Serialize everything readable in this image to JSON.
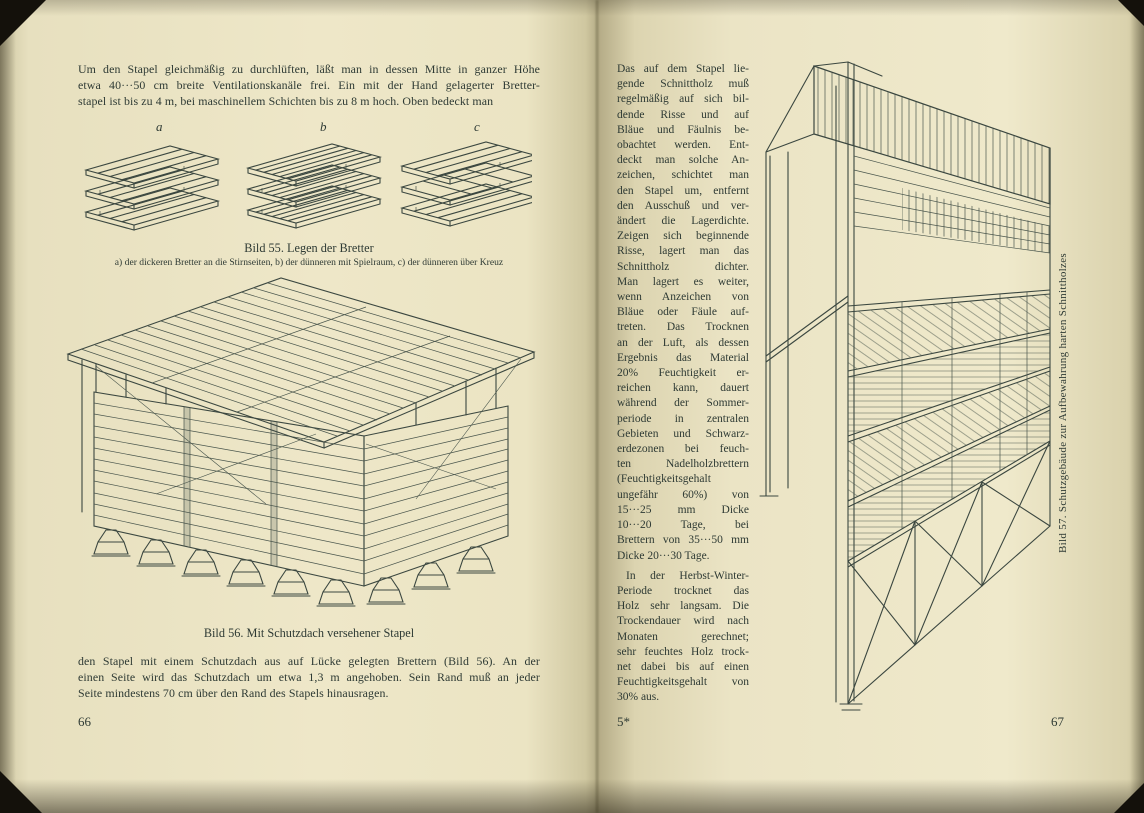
{
  "meta": {
    "paper_color": "#ece5c6",
    "ink_color": "#2e3a34",
    "description": "Book spread pages 66-67, German lumber-drying manual"
  },
  "left_page": {
    "page_number": "66",
    "top_paragraph_lines": [
      "Um den Stapel gleichmäßig zu durchlüften, läßt man in dessen Mitte in ganzer Höhe",
      "etwa 40···50 cm breite Ventilationskanäle frei. Ein mit der Hand gelagerter Bretter-",
      "stapel ist bis zu 4 m, bei maschinellem Schichten bis zu 8 m hoch. Oben bedeckt man"
    ],
    "figure55": {
      "labels": [
        "a",
        "b",
        "c"
      ],
      "caption": "Bild 55. Legen der Bretter",
      "subcaption": "a) der dickeren Bretter an die Stirnseiten, b) der dünneren mit Spielraum, c) der dünneren über Kreuz"
    },
    "figure56": {
      "caption": "Bild 56. Mit Schutzdach versehener Stapel"
    },
    "bottom_paragraph_lines": [
      "den Stapel mit einem Schutzdach aus auf Lücke gelegten Brettern (Bild 56). An der",
      "einen Seite wird das Schutzdach um etwa 1,3 m angehoben. Sein Rand muß an jeder",
      "Seite mindestens 70 cm über den Rand des Stapels hinausragen."
    ]
  },
  "right_page": {
    "page_number": "67",
    "signature_mark": "5*",
    "column_paragraph1_lines": [
      "Das auf dem Stapel lie-",
      "gende Schnittholz muß",
      "regelmäßig auf sich bil-",
      "dende Risse und auf",
      "Bläue und Fäulnis be-",
      "obachtet werden. Ent-",
      "deckt man solche An-",
      "zeichen, schichtet man",
      "den Stapel um, entfernt",
      "den Ausschuß und ver-",
      "ändert die Lagerdichte.",
      "Zeigen sich beginnende",
      "Risse, lagert man das",
      "Schnittholz dichter.",
      "Man lagert es weiter,",
      "wenn Anzeichen von",
      "Bläue oder Fäule auf-",
      "treten. Das Trocknen",
      "an der Luft, als dessen",
      "Ergebnis das Material",
      "20% Feuchtigkeit er-",
      "reichen kann, dauert",
      "während der Sommer-",
      "periode in zentralen",
      "Gebieten und Schwarz-",
      "erdezonen bei feuch-",
      "ten Nadelholzbrettern",
      "(Feuchtigkeitsgehalt",
      "ungefähr 60%) von",
      "15···25 mm Dicke",
      "10···20 Tage, bei",
      "Brettern von 35···50 mm",
      "Dicke 20···30 Tage."
    ],
    "column_paragraph2_lines": [
      "In der Herbst-Winter-",
      "Periode trocknet das",
      "Holz sehr langsam. Die",
      "Trockendauer wird nach",
      "Monaten gerechnet;",
      "sehr feuchtes Holz trock-",
      "net dabei bis auf einen",
      "Feuchtigkeitsgehalt von",
      "30% aus."
    ],
    "figure57": {
      "caption": "Bild 57. Schutzgebäude zur Aufbewahrung harten Schnittholzes"
    }
  }
}
